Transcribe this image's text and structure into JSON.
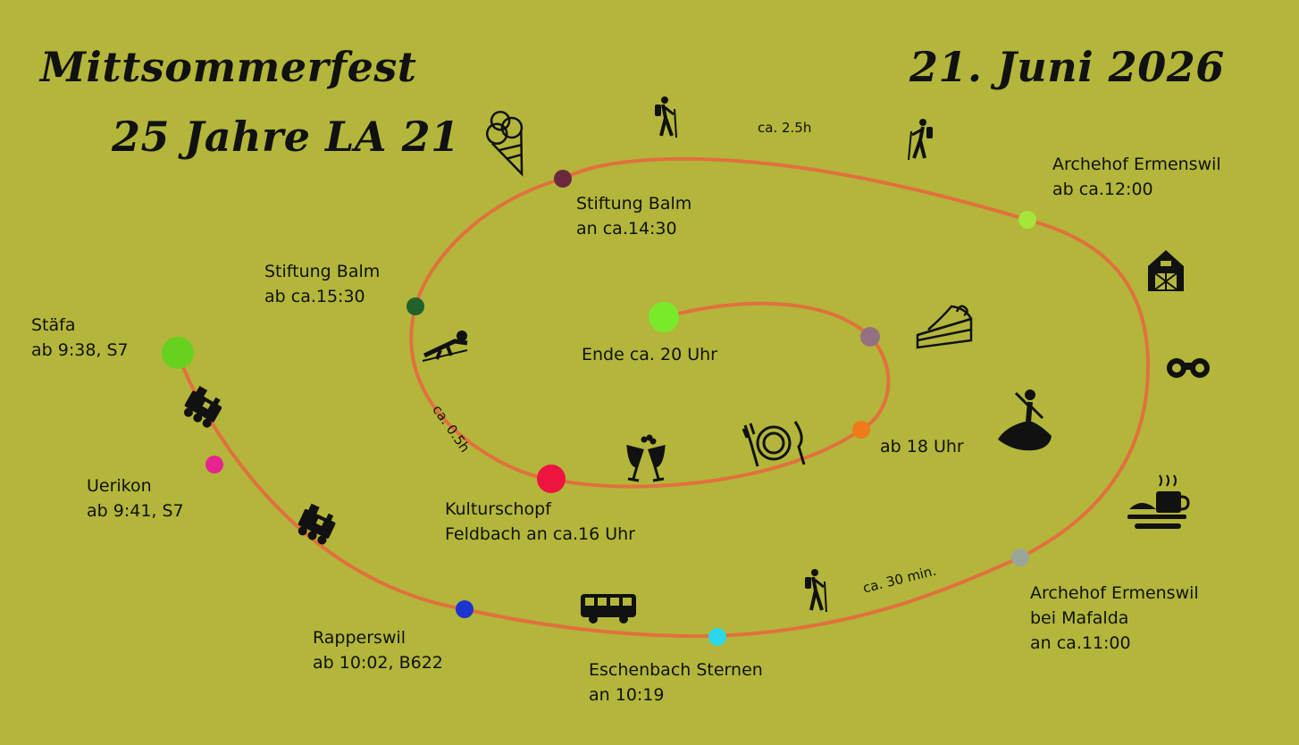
{
  "title": {
    "line1": "Mittsommerfest",
    "line2": "25 Jahre LA 21",
    "date": "21. Juni 2026"
  },
  "colors": {
    "background": "#b3b63a",
    "route": "#e2703f"
  },
  "stops": [
    {
      "id": "staefa",
      "line1": "Stäfa",
      "line2": "ab 9:38, S7",
      "color": "#66d11f"
    },
    {
      "id": "uerikon",
      "line1": "Uerikon",
      "line2": "ab 9:41, S7",
      "color": "#e6238f"
    },
    {
      "id": "rapperswil",
      "line1": "Rapperswil",
      "line2": "ab 10:02, B622",
      "color": "#1d35cf"
    },
    {
      "id": "eschenbach",
      "line1": "Eschenbach Sternen",
      "line2": "an 10:19",
      "color": "#2bd7e8"
    },
    {
      "id": "archehof-an",
      "line1": "Archehof Ermenswil",
      "line2": "bei Mafalda",
      "line3": "an ca.11:00",
      "color": "#9aa59a"
    },
    {
      "id": "archehof-ab",
      "line1": "Archehof Ermenswil",
      "line2": "ab ca.12:00",
      "color": "#a6e53a"
    },
    {
      "id": "balm-an",
      "line1": "Stiftung Balm",
      "line2": "an ca.14:30",
      "color": "#6a2a3c"
    },
    {
      "id": "balm-ab",
      "line1": "Stiftung Balm",
      "line2": "ab ca.15:30",
      "color": "#23612b"
    },
    {
      "id": "kulturschopf",
      "line1": "Kulturschopf",
      "line2": "Feldbach an ca.16 Uhr",
      "color": "#ee1440"
    },
    {
      "id": "ab18",
      "line1": "ab 18 Uhr",
      "color": "#ef7a1a"
    },
    {
      "id": "cake",
      "color": "#947082"
    },
    {
      "id": "ende",
      "line1": "Ende ca. 20 Uhr",
      "color": "#79ea2a"
    }
  ],
  "durations": {
    "hike_long": "ca. 2.5h",
    "slide": "ca. 0.5h",
    "walk_short": "ca. 30 min."
  },
  "icons": [
    "train-icon",
    "train-icon",
    "bus-icon",
    "hiker-icon",
    "hiker-icon",
    "hiker-icon",
    "coffee-croissant-icon",
    "binoculars-icon",
    "barn-icon",
    "ice-cream-icon",
    "slide-icon",
    "champagne-glasses-icon",
    "plate-cutlery-icon",
    "dancer-icon",
    "cake-slice-icon"
  ]
}
